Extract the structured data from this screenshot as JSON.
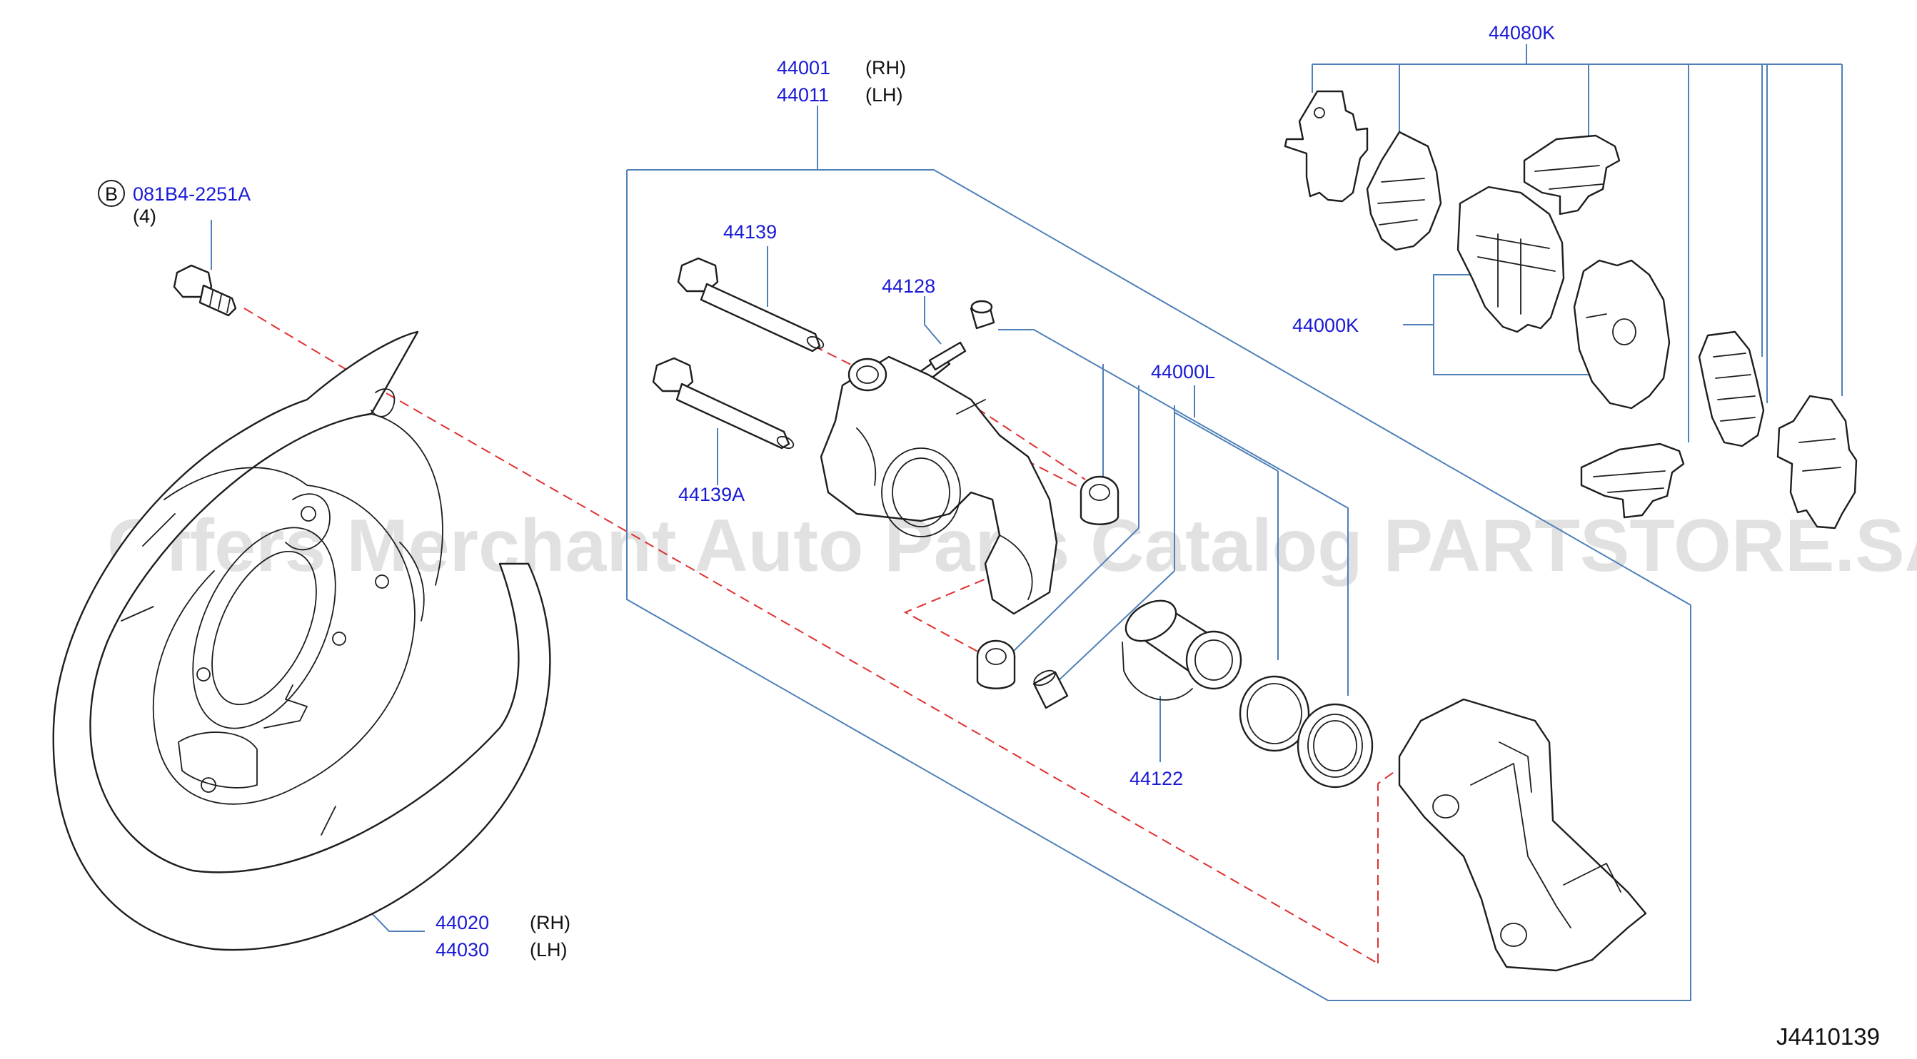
{
  "diagram": {
    "id_code": "J4410139",
    "watermark": "Offers Merchant Auto Parts Catalog PARTSTORE.SA",
    "labels": {
      "bolt_ref_badge": "B",
      "bolt_ref": "081B4-2251A",
      "bolt_qty": "(4)",
      "caliper_rh": "44001",
      "caliper_rh_side": "(RH)",
      "caliper_lh": "44011",
      "caliper_lh_side": "(LH)",
      "pad_kit": "44080K",
      "pin_bolt_upper": "44139",
      "bleeder": "44128",
      "pin_bolt_lower": "44139A",
      "pad_set": "44000K",
      "seal_kit": "44000L",
      "piston": "44122",
      "back_plate_rh": "44020",
      "back_plate_rh_side": "(RH)",
      "back_plate_lh": "44030",
      "back_plate_lh_side": "(LH)"
    }
  }
}
